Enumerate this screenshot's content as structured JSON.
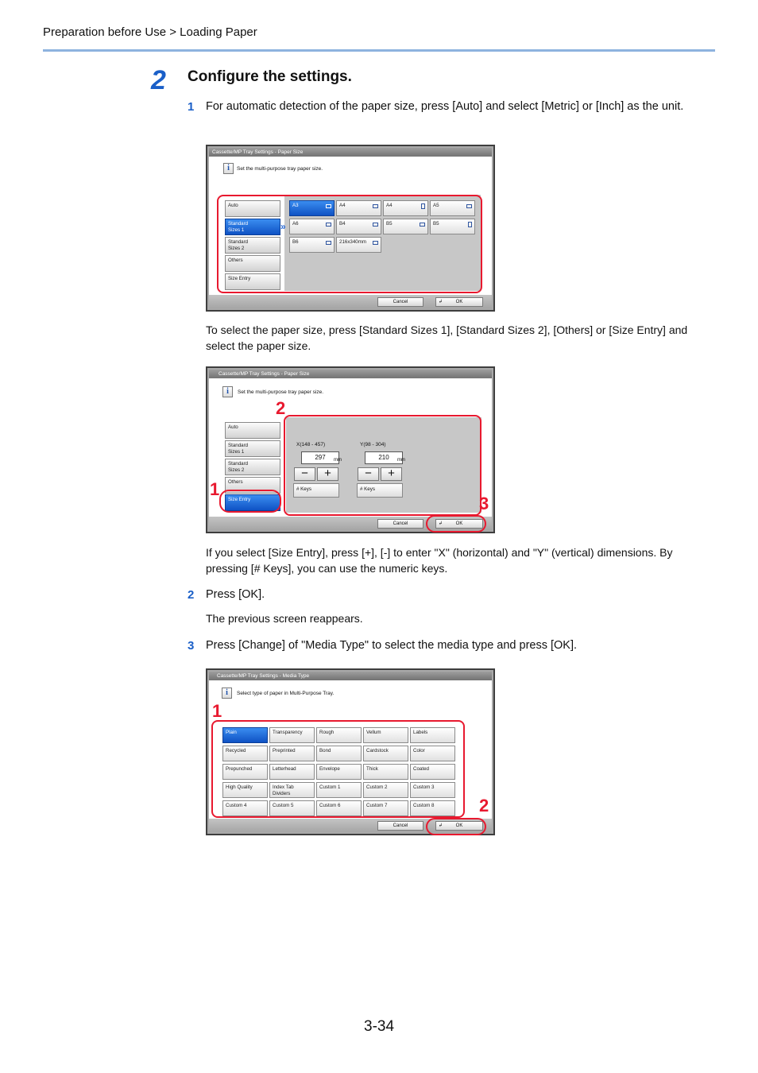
{
  "header": {
    "breadcrumb": "Preparation before Use > Loading Paper"
  },
  "step": {
    "number": "2",
    "title": "Configure the settings."
  },
  "sub1": {
    "num": "1",
    "text": "For automatic detection of the paper size, press [Auto] and select [Metric] or [Inch] as the unit."
  },
  "para_select": "To select the paper size, press [Standard Sizes 1], [Standard Sizes 2], [Others] or [Size Entry] and select the paper size.",
  "para_sizeentry": "If you select [Size Entry], press [+], [-] to enter \"X\" (horizontal) and \"Y\" (vertical) dimensions. By pressing [# Keys], you can use the numeric keys.",
  "sub2": {
    "num": "2",
    "text": "Press [OK].",
    "note": "The previous screen reappears."
  },
  "sub3": {
    "num": "3",
    "text": "Press [Change] of \"Media Type\" to select the media type and press [OK]."
  },
  "screen1": {
    "title": "Cassette/MP Tray Settings - Paper Size",
    "info": "Set the multi-purpose tray paper size.",
    "left": [
      "Auto",
      "Standard\nSizes 1",
      "Standard\nSizes 2",
      "Others",
      "Size Entry"
    ],
    "sizes": [
      "A3",
      "A4",
      "A4",
      "A5",
      "A6",
      "B4",
      "B5",
      "B5",
      "B6",
      "216x340mm"
    ],
    "cancel": "Cancel",
    "ok": "OK"
  },
  "screen2": {
    "title": "Cassette/MP Tray Settings - Paper Size",
    "info": "Set the multi-purpose tray paper size.",
    "left": [
      "Auto",
      "Standard\nSizes 1",
      "Standard\nSizes 2",
      "Others",
      "Size Entry"
    ],
    "x_label": "X(148 - 457)",
    "y_label": "Y(98 - 304)",
    "x_value": "297",
    "y_value": "210",
    "unit": "mm",
    "minus": "−",
    "plus": "+",
    "keys": "# Keys",
    "cancel": "Cancel",
    "ok": "OK",
    "callouts": [
      "1",
      "2",
      "3"
    ]
  },
  "screen3": {
    "title": "Cassette/MP Tray Settings - Media Type",
    "info": "Select type of paper in Multi-Purpose Tray.",
    "types": [
      "Plain",
      "Transparency",
      "Rough",
      "Vellum",
      "Labels",
      "Recycled",
      "Preprinted",
      "Bond",
      "Cardstock",
      "Color",
      "Prepunched",
      "Letterhead",
      "Envelope",
      "Thick",
      "Coated",
      "High Quality",
      "Index Tab\nDividers",
      "Custom 1",
      "Custom 2",
      "Custom 3",
      "Custom 4",
      "Custom 5",
      "Custom 6",
      "Custom 7",
      "Custom 8"
    ],
    "cancel": "Cancel",
    "ok": "OK",
    "callouts": [
      "1",
      "2"
    ]
  },
  "page_number": "3-34",
  "colors": {
    "accent": "#1a5fc8",
    "callout": "#e8192f",
    "header_line": "#8eb3df"
  },
  "icons": [
    "info-icon",
    "enter-icon",
    "paper-landscape-icon",
    "paper-portrait-icon",
    "chevron-right-icon"
  ]
}
